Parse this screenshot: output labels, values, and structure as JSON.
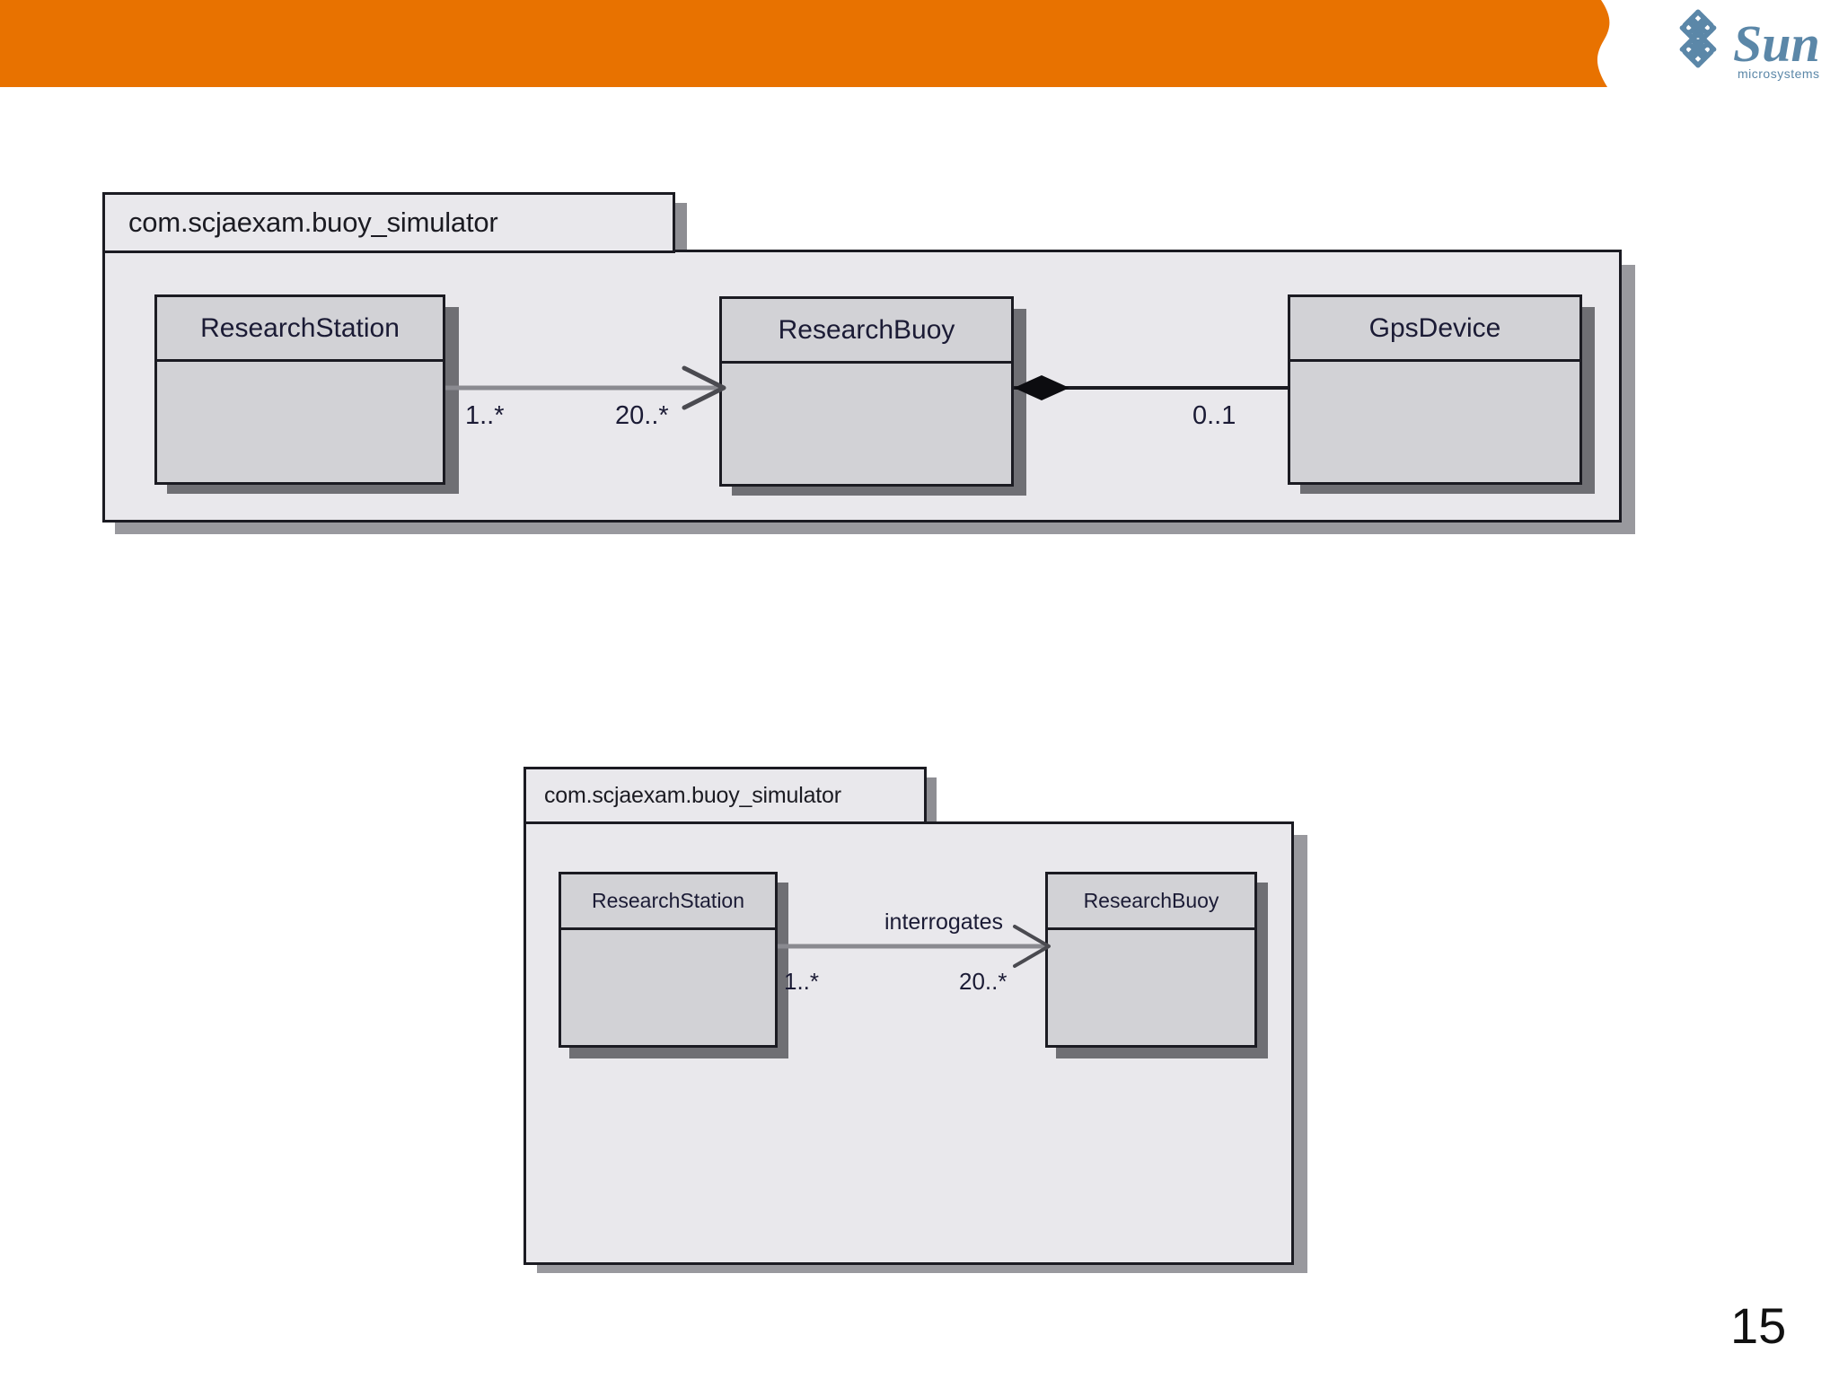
{
  "slide": {
    "page_number": "15",
    "brand": {
      "logo_name": "sun-microsystems-logo",
      "wordmark": "Sun",
      "tagline": "microsystems",
      "header_color": "#e87200",
      "logo_color": "#5b87a8"
    }
  },
  "diagrams": [
    {
      "id": "top-diagram",
      "package_name": "com.scjaexam.buoy_simulator",
      "classes": [
        {
          "id": "research-station",
          "name": "ResearchStation"
        },
        {
          "id": "research-buoy",
          "name": "ResearchBuoy"
        },
        {
          "id": "gps-device",
          "name": "GpsDevice"
        }
      ],
      "relationships": [
        {
          "id": "station-to-buoy",
          "kind": "association-directed",
          "from": "ResearchStation",
          "to": "ResearchBuoy",
          "label": "",
          "source_multiplicity": "1..*",
          "target_multiplicity": "20..*"
        },
        {
          "id": "buoy-to-gps",
          "kind": "composition",
          "from": "ResearchBuoy",
          "to": "GpsDevice",
          "label": "",
          "source_multiplicity": "",
          "target_multiplicity": "0..1"
        }
      ]
    },
    {
      "id": "bottom-diagram",
      "package_name": "com.scjaexam.buoy_simulator",
      "classes": [
        {
          "id": "research-station",
          "name": "ResearchStation"
        },
        {
          "id": "research-buoy",
          "name": "ResearchBuoy"
        }
      ],
      "relationships": [
        {
          "id": "station-interrogates-buoy",
          "kind": "association-directed",
          "from": "ResearchStation",
          "to": "ResearchBuoy",
          "label": "interrogates",
          "source_multiplicity": "1..*",
          "target_multiplicity": "20..*"
        }
      ]
    }
  ]
}
